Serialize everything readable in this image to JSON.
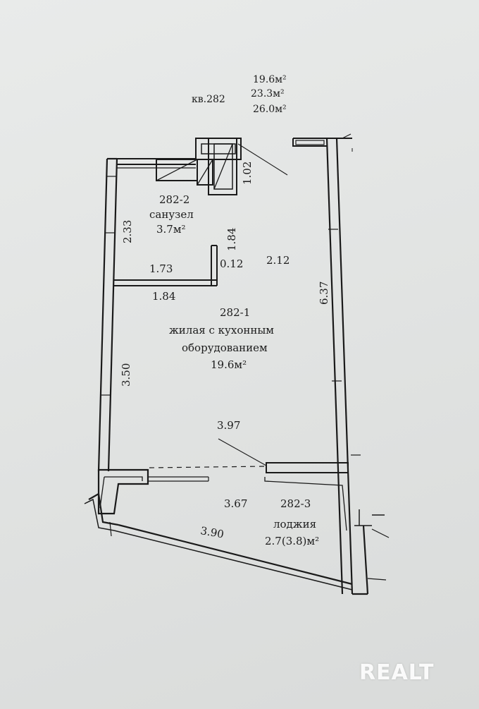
{
  "header": {
    "apartment": "кв.282",
    "area_living": "19.6м²",
    "area_total": "23.3м²",
    "area_with_loggia": "26.0м²"
  },
  "rooms": {
    "bathroom": {
      "code": "282-2",
      "name": "санузел",
      "area": "3.7м²"
    },
    "living": {
      "code": "282-1",
      "name_line1": "жилая с кухонным",
      "name_line2": "оборудованием",
      "area": "19.6м²"
    },
    "loggia": {
      "code": "282-3",
      "name": "лоджия",
      "area": "2.7(3.8)м²"
    }
  },
  "dimensions": {
    "d_1_02": "1.02",
    "d_2_33": "2.33",
    "d_1_84_vertical": "1.84",
    "d_0_12": "0.12",
    "d_2_12": "2.12",
    "d_1_73": "1.73",
    "d_1_84": "1.84",
    "d_6_37": "6.37",
    "d_3_50": "3.50",
    "d_3_97": "3.97",
    "d_3_67": "3.67",
    "d_3_90": "3.90"
  },
  "watermark": "REALT"
}
